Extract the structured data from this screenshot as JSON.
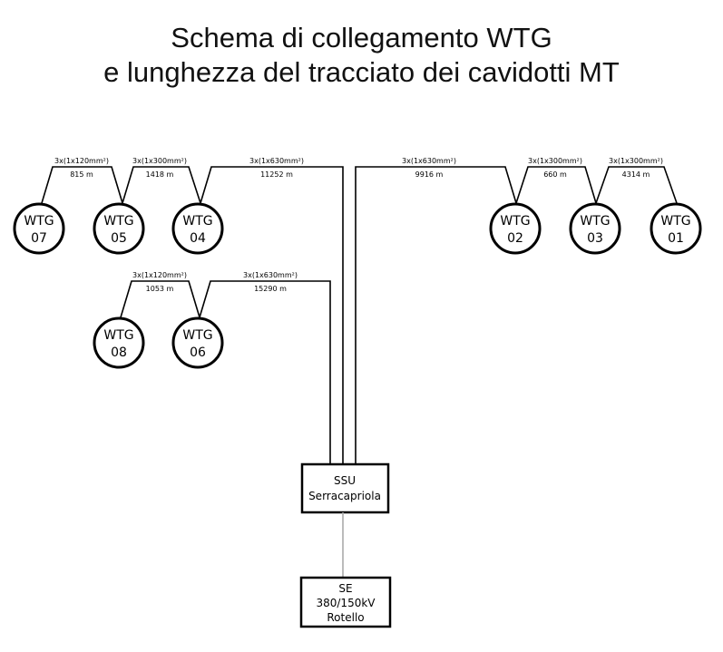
{
  "title": {
    "line1": "Schema di collegamento WTG",
    "line2": "e lunghezza del tracciato dei cavidotti MT"
  },
  "turbines": [
    {
      "key": "07",
      "top": "WTG",
      "bottom": "07"
    },
    {
      "key": "05",
      "top": "WTG",
      "bottom": "05"
    },
    {
      "key": "04",
      "top": "WTG",
      "bottom": "04"
    },
    {
      "key": "02",
      "top": "WTG",
      "bottom": "02"
    },
    {
      "key": "03",
      "top": "WTG",
      "bottom": "03"
    },
    {
      "key": "01",
      "top": "WTG",
      "bottom": "01"
    },
    {
      "key": "08",
      "top": "WTG",
      "bottom": "08"
    },
    {
      "key": "06",
      "top": "WTG",
      "bottom": "06"
    }
  ],
  "cables": [
    {
      "link": "07-05",
      "section": "3x(1x120mm²)",
      "length": "815 m"
    },
    {
      "link": "05-04",
      "section": "3x(1x300mm²)",
      "length": "1418 m"
    },
    {
      "link": "04-SSU",
      "section": "3x(1x630mm²)",
      "length": "11252 m"
    },
    {
      "link": "02-SSU",
      "section": "3x(1x630mm²)",
      "length": "9916 m"
    },
    {
      "link": "03-02",
      "section": "3x(1x300mm²)",
      "length": "660 m"
    },
    {
      "link": "01-03",
      "section": "3x(1x300mm²)",
      "length": "4314 m"
    },
    {
      "link": "08-06",
      "section": "3x(1x120mm²)",
      "length": "1053 m"
    },
    {
      "link": "06-SSU",
      "section": "3x(1x630mm²)",
      "length": "15290 m"
    }
  ],
  "ssu": {
    "line1": "SSU",
    "line2": "Serracapriola"
  },
  "se": {
    "line1": "SE",
    "line2": "380/150kV",
    "line3": "Rotello"
  }
}
